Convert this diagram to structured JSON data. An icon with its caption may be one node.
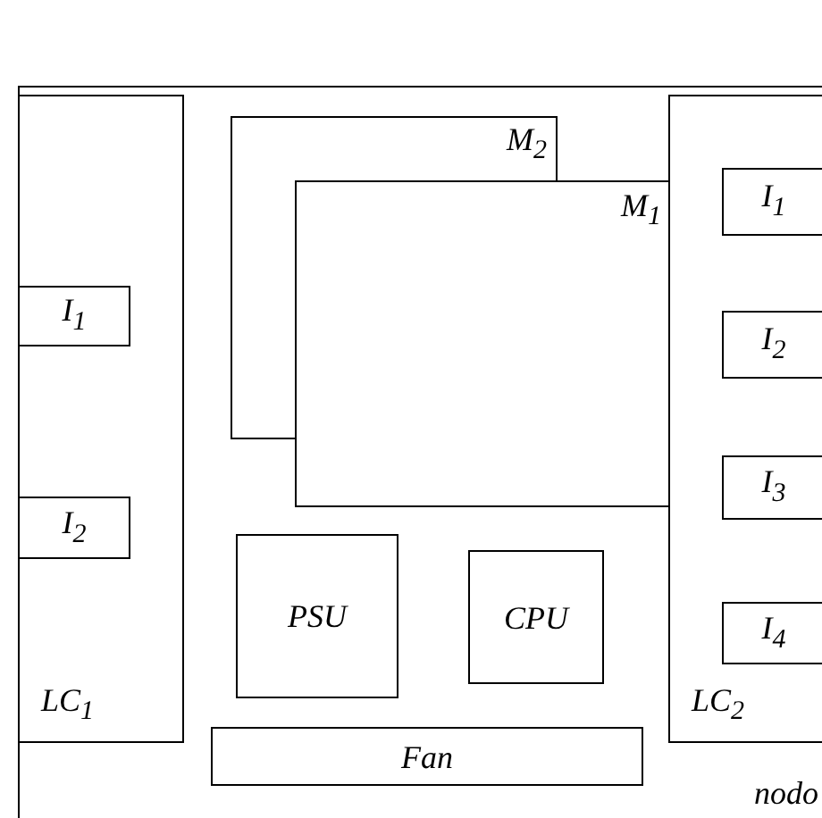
{
  "diagram": {
    "nodes": [
      {
        "text": [
          "nodo"
        ]
      },
      {
        "text": [
          "LC$_{1}$"
        ],
        "in": 0
      },
      {
        "text": [
          "I$_{1}$"
        ],
        "in": 1
      },
      {
        "text": [
          "I$_{2}$"
        ],
        "in": 1
      },
      {
        "text": [
          "M$_{2}$"
        ],
        "in": 0
      },
      {
        "text": [
          "M$_{1}$"
        ],
        "in": 0
      },
      {
        "text": [
          "PSU"
        ],
        "in": 0
      },
      {
        "text": [
          "CPU"
        ],
        "in": 0
      },
      {
        "text": [
          "LC$_{2}$"
        ],
        "in": 0
      },
      {
        "text": [
          "I$_{1}$"
        ],
        "in": 8
      },
      {
        "text": [
          "I$_{2}$"
        ],
        "in": 8
      },
      {
        "text": [
          "I$_{3}$"
        ],
        "in": 8
      },
      {
        "text": [
          "I$_{4}$"
        ],
        "in": 8
      },
      {
        "text": [
          "Fan"
        ],
        "in": 0
      }
    ]
  }
}
